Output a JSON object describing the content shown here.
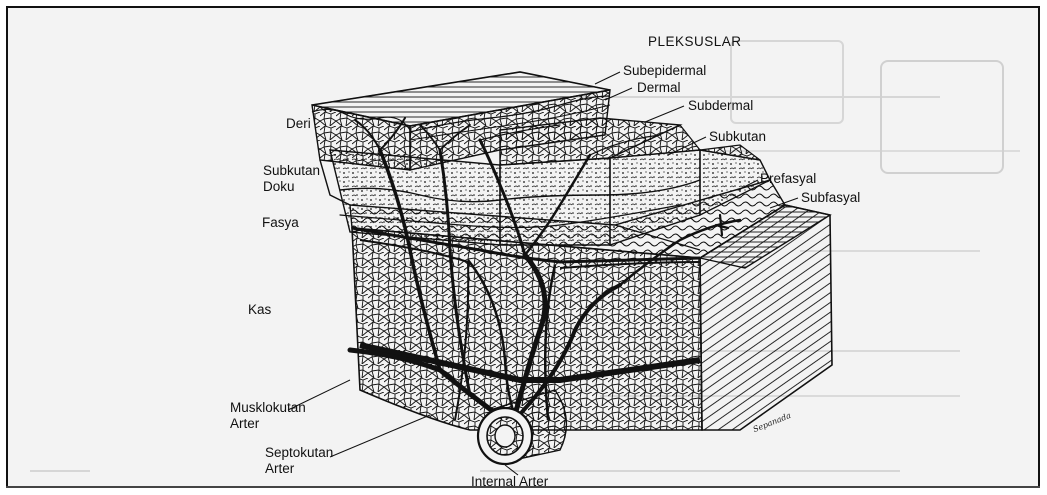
{
  "title": "PLEKSUSLAR",
  "layer_labels": {
    "deri": "Deri",
    "subkutan_doku": "Subkutan\nDoku",
    "fasya": "Fasya",
    "kas": "Kas"
  },
  "plexus_labels": {
    "subepidermal": "Subepidermal",
    "dermal": "Dermal",
    "subdermal": "Subdermal",
    "subkutan": "Subkutan",
    "prefasyal": "Prefasyal",
    "subfasyal": "Subfasyal"
  },
  "artery_labels": {
    "musklokutan": "Musklokutan\nArter",
    "septokutan": "Septokutan\nArter",
    "internal": "Internal Arter"
  },
  "signature": "Sepanada",
  "colors": {
    "ink": "#111111",
    "paper": "#f3f3f3",
    "bleed_text": "#bdbdbd"
  }
}
